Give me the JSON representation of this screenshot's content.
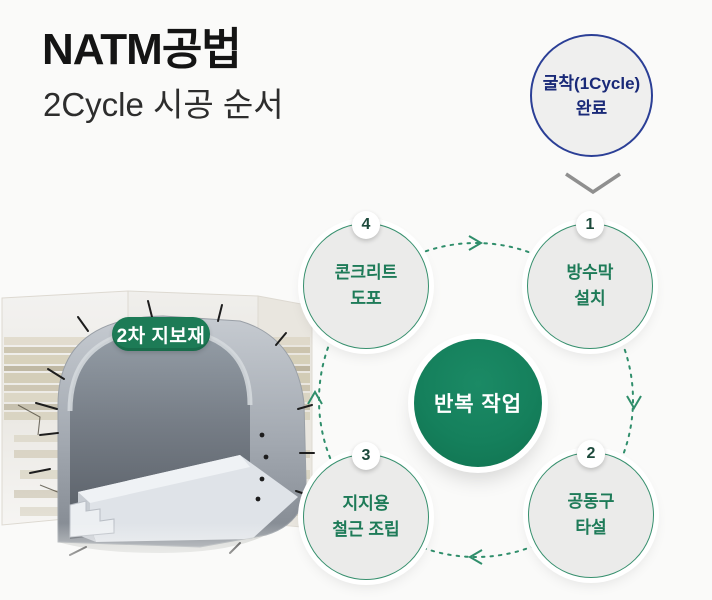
{
  "header": {
    "title": "NATM공법",
    "subtitle": "2Cycle 시공 순서"
  },
  "start_node": {
    "line1": "굴착(1Cycle)",
    "line2": "완료",
    "border_color": "#2b3f96",
    "text_color": "#1a2a78",
    "fill": "#efefee"
  },
  "icons": {
    "chevron_down": "chevron-down",
    "flow_arrows": [
      "right",
      "down",
      "left",
      "up"
    ]
  },
  "cycle": {
    "direction": "clockwise",
    "ring_color": "#2f8e6b",
    "step_fill": "#ebebea",
    "step_border_color": "#37906e",
    "step_text_color": "#1e7b58",
    "steps": [
      {
        "num": "1",
        "line1": "방수막",
        "line2": "설치",
        "position": "top-right"
      },
      {
        "num": "2",
        "line1": "공동구",
        "line2": "타설",
        "position": "bottom-right"
      },
      {
        "num": "3",
        "line1": "지지용",
        "line2": "철근 조립",
        "position": "bottom-left"
      },
      {
        "num": "4",
        "line1": "콘크리트",
        "line2": "도포",
        "position": "top-left"
      }
    ],
    "center": {
      "label": "반복 작업",
      "fill": "#15805c",
      "text_color": "#ffffff"
    }
  },
  "illustration": {
    "label": "2차 지보재",
    "label_bg": "#1d7b56",
    "label_text_color": "#ffffff",
    "description": "tunnel-cutaway-3d"
  }
}
